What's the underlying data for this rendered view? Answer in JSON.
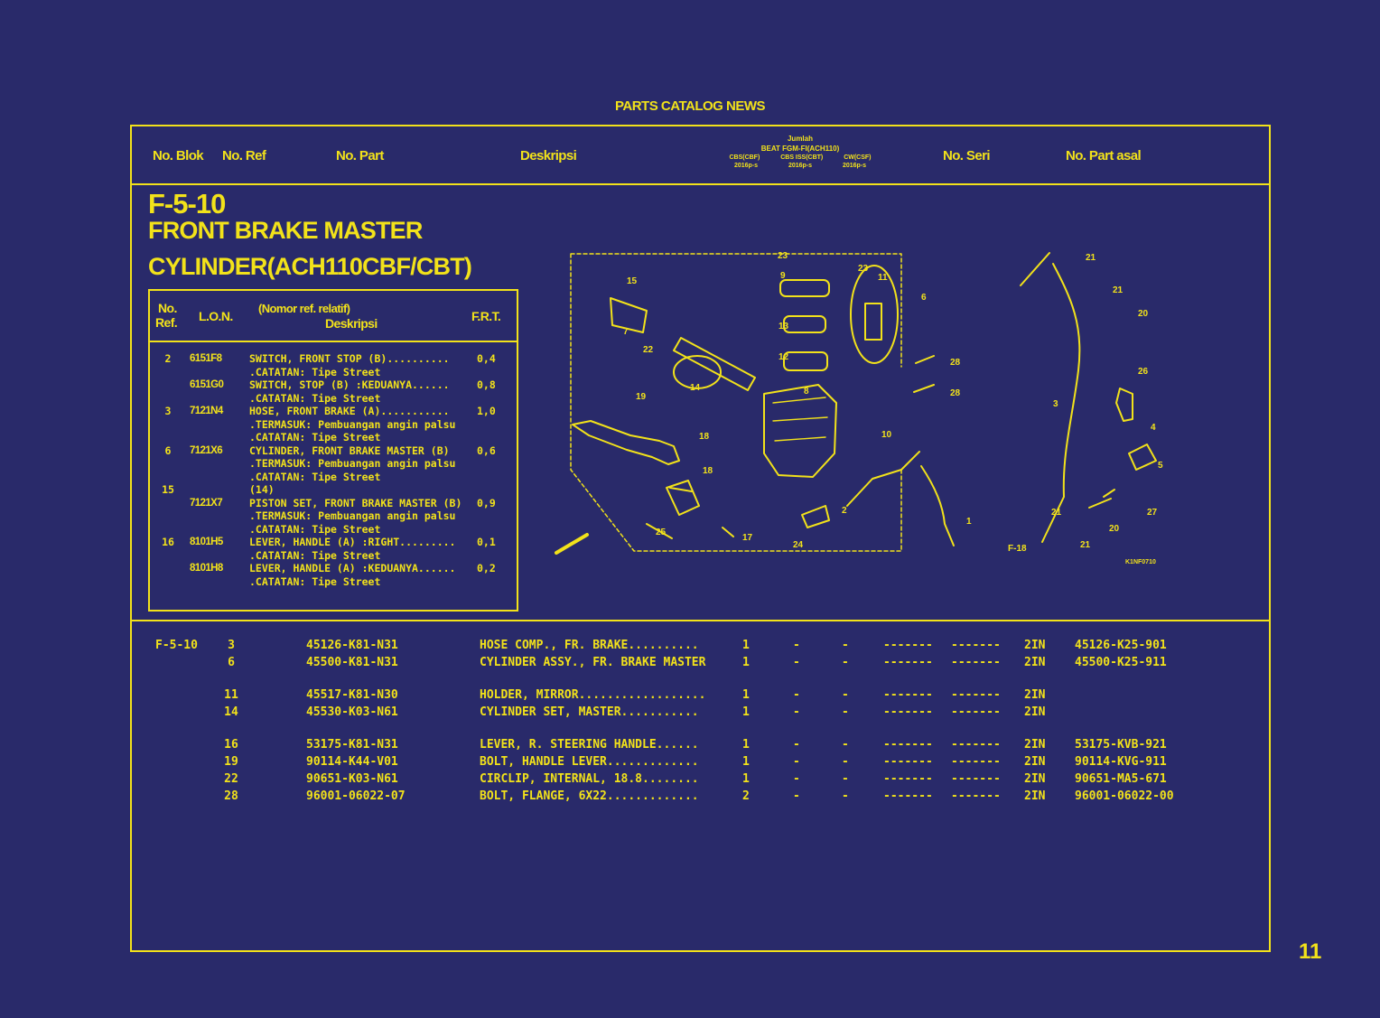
{
  "catalog_title": "PARTS CATALOG NEWS",
  "header": {
    "no_blok": "No. Blok",
    "no_ref": "No. Ref",
    "no_part": "No. Part",
    "deskripsi": "Deskripsi",
    "jumlah": "Jumlah",
    "model": "BEAT FGM-FI(ACH110)",
    "variants": [
      "CBS(CBF)",
      "CBS ISS(CBT)",
      "CW(CSF)"
    ],
    "years": [
      "2016p-s",
      "2016p-s",
      "2016p-s"
    ],
    "no_seri": "No. Seri",
    "no_part_asal": "No. Part asal"
  },
  "section": {
    "code": "F-5-10",
    "title_line1": "FRONT BRAKE MASTER",
    "title_line2": "CYLINDER(ACH110CBF/CBT)"
  },
  "ref_table": {
    "headers": {
      "no_ref_1": "No.",
      "no_ref_2": "Ref.",
      "lon": "L.O.N.",
      "relatif": "(Nomor ref. relatif)",
      "deskripsi": "Deskripsi",
      "frt": "F.R.T."
    },
    "lines": [
      {
        "ref": "2",
        "lon": "6151F8",
        "desc": "SWITCH, FRONT STOP (B)..........",
        "frt": "0,4"
      },
      {
        "note": ".CATATAN: Tipe Street"
      },
      {
        "ref": "",
        "lon": "6151G0",
        "desc": "SWITCH, STOP (B) :KEDUANYA......",
        "frt": "0,8"
      },
      {
        "note": ".CATATAN: Tipe Street"
      },
      {
        "ref": "3",
        "lon": "7121N4",
        "desc": "HOSE, FRONT BRAKE (A)...........",
        "frt": "1,0"
      },
      {
        "note": ".TERMASUK: Pembuangan angin palsu"
      },
      {
        "note": ".CATATAN: Tipe Street"
      },
      {
        "ref": "6",
        "lon": "7121X6",
        "desc": "CYLINDER, FRONT BRAKE MASTER (B)",
        "frt": "0,6"
      },
      {
        "note": ".TERMASUK: Pembuangan angin palsu"
      },
      {
        "note": ".CATATAN: Tipe Street"
      },
      {
        "ref": "15",
        "lon": "",
        "desc": "(14)",
        "frt": ""
      },
      {
        "ref": "",
        "lon": "7121X7",
        "desc": "PISTON SET, FRONT BRAKE MASTER (B)",
        "frt": "0,9"
      },
      {
        "note": ".TERMASUK: Pembuangan angin palsu"
      },
      {
        "note": ".CATATAN: Tipe Street"
      },
      {
        "ref": "16",
        "lon": "8101H5",
        "desc": "LEVER, HANDLE (A) :RIGHT.........",
        "frt": "0,1"
      },
      {
        "note": ".CATATAN: Tipe Street"
      },
      {
        "ref": "",
        "lon": "8101H8",
        "desc": "LEVER, HANDLE (A) :KEDUANYA......",
        "frt": "0,2"
      },
      {
        "note": ".CATATAN: Tipe Street"
      }
    ]
  },
  "diagram": {
    "callouts": [
      "23",
      "9",
      "23",
      "11",
      "6",
      "15",
      "13",
      "7",
      "22",
      "12",
      "28",
      "28",
      "8",
      "14",
      "19",
      "10",
      "18",
      "18",
      "1",
      "2",
      "25",
      "17",
      "24",
      "21",
      "21",
      "20",
      "26",
      "3",
      "4",
      "5",
      "27",
      "21",
      "20",
      "21",
      "F-18"
    ],
    "figure_code": "K1NF0710"
  },
  "parts_list": [
    {
      "blok": "F-5-10",
      "ref": "3",
      "part": "45126-K81-N31",
      "desc": "HOSE COMP., FR. BRAKE..........",
      "q1": "1",
      "q2": "-",
      "q3": "-",
      "s1": "-------",
      "s2": "-------",
      "cat": "2IN",
      "orig": "45126-K25-901"
    },
    {
      "blok": "",
      "ref": "6",
      "part": "45500-K81-N31",
      "desc": "CYLINDER ASSY., FR. BRAKE MASTER",
      "q1": "1",
      "q2": "-",
      "q3": "-",
      "s1": "-------",
      "s2": "-------",
      "cat": "2IN",
      "orig": "45500-K25-911"
    },
    {
      "blok": "",
      "ref": "11",
      "part": "45517-K81-N30",
      "desc": "HOLDER, MIRROR..................",
      "q1": "1",
      "q2": "-",
      "q3": "-",
      "s1": "-------",
      "s2": "-------",
      "cat": "2IN",
      "orig": ""
    },
    {
      "blok": "",
      "ref": "14",
      "part": "45530-K03-N61",
      "desc": "CYLINDER SET, MASTER...........",
      "q1": "1",
      "q2": "-",
      "q3": "-",
      "s1": "-------",
      "s2": "-------",
      "cat": "2IN",
      "orig": ""
    },
    {
      "blok": "",
      "ref": "16",
      "part": "53175-K81-N31",
      "desc": "LEVER, R. STEERING HANDLE......",
      "q1": "1",
      "q2": "-",
      "q3": "-",
      "s1": "-------",
      "s2": "-------",
      "cat": "2IN",
      "orig": "53175-KVB-921"
    },
    {
      "blok": "",
      "ref": "19",
      "part": "90114-K44-V01",
      "desc": "BOLT, HANDLE LEVER.............",
      "q1": "1",
      "q2": "-",
      "q3": "-",
      "s1": "-------",
      "s2": "-------",
      "cat": "2IN",
      "orig": "90114-KVG-911"
    },
    {
      "blok": "",
      "ref": "22",
      "part": "90651-K03-N61",
      "desc": "CIRCLIP, INTERNAL, 18.8........",
      "q1": "1",
      "q2": "-",
      "q3": "-",
      "s1": "-------",
      "s2": "-------",
      "cat": "2IN",
      "orig": "90651-MA5-671"
    },
    {
      "blok": "",
      "ref": "28",
      "part": "96001-06022-07",
      "desc": "BOLT, FLANGE, 6X22.............",
      "q1": "2",
      "q2": "-",
      "q3": "-",
      "s1": "-------",
      "s2": "-------",
      "cat": "2IN",
      "orig": "96001-06022-00"
    }
  ],
  "page_number": "11",
  "colors": {
    "background": "#292a6a",
    "ink": "#f2e21a"
  }
}
